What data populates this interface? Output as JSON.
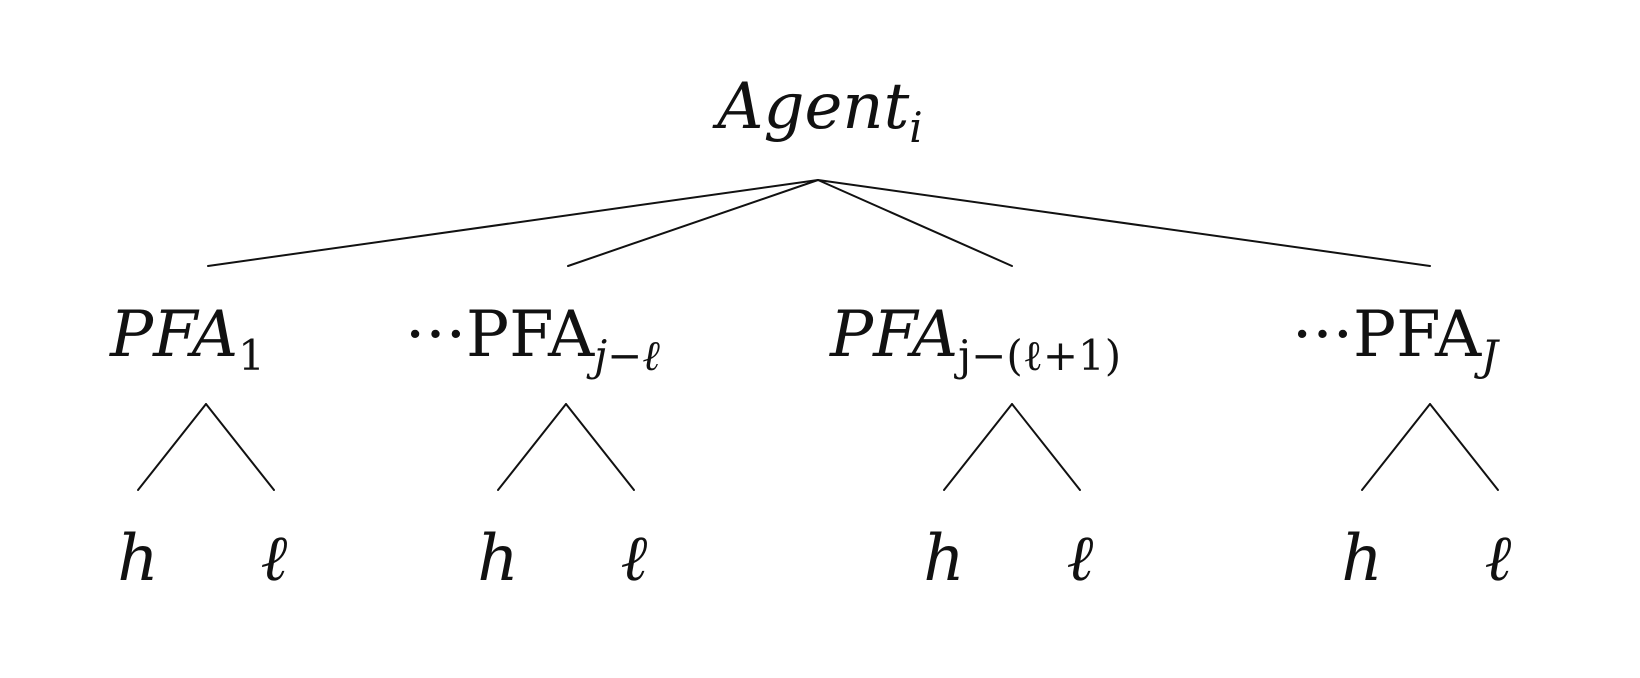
{
  "root": {
    "label": "Agent",
    "subscript": "i"
  },
  "children": [
    {
      "dots": "",
      "label": "PFA",
      "subscript": "1",
      "italic": true,
      "leaves": [
        "h",
        "ℓ"
      ]
    },
    {
      "dots": "···",
      "label": "PFA",
      "subscript": "j−ℓ",
      "italic": false,
      "leaves": [
        "h",
        "ℓ"
      ]
    },
    {
      "dots": "",
      "label": "PFA",
      "subscript": "j−(ℓ+1)",
      "italic": true,
      "leaves": [
        "h",
        "ℓ"
      ]
    },
    {
      "dots": "···",
      "label": "PFA",
      "subscript": "J",
      "italic": false,
      "leaves": [
        "h",
        "ℓ"
      ]
    }
  ]
}
